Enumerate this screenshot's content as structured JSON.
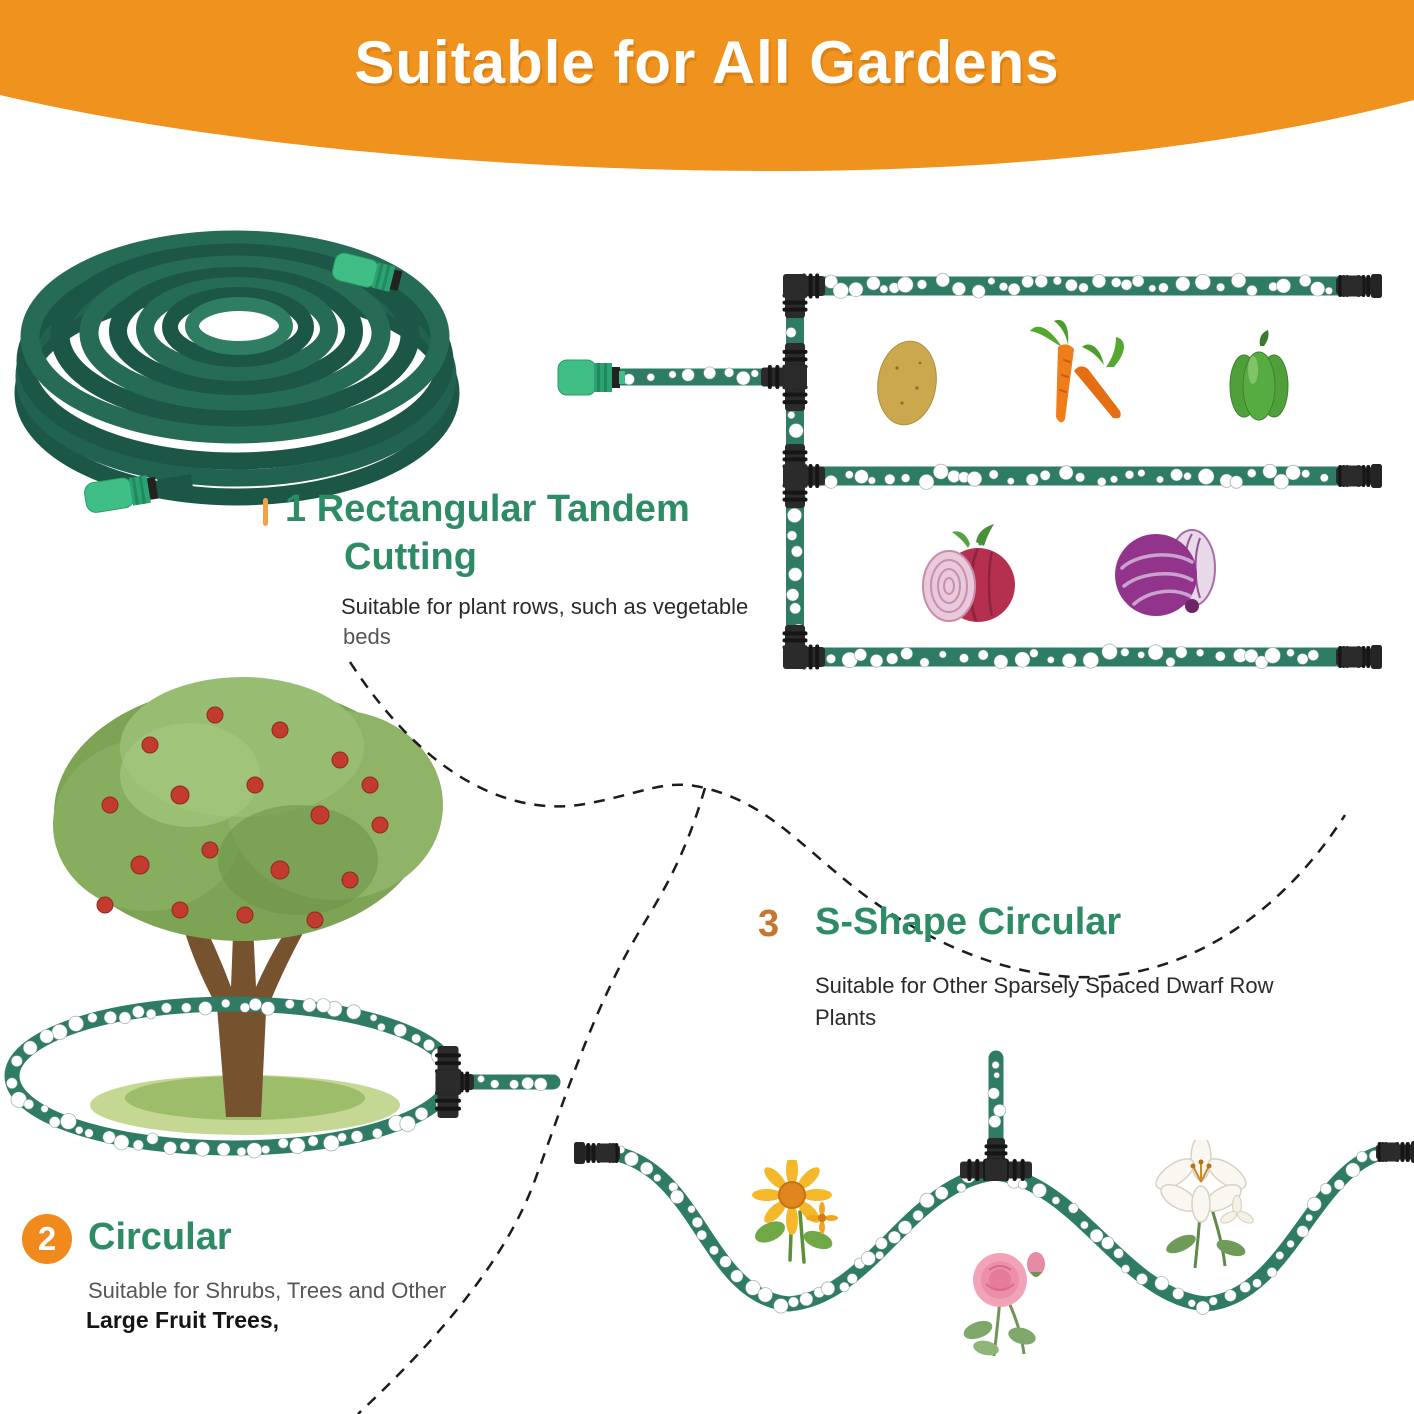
{
  "banner": {
    "title": "Suitable for All Gardens",
    "bg_color": "#F0931E",
    "text_color": "#FFFFFF"
  },
  "sections": [
    {
      "number": "1",
      "heading": "1 Rectangular Tandem",
      "heading_line2": "Cutting",
      "desc_line1": "Suitable for plant rows, such as vegetable",
      "desc_line2": "beds"
    },
    {
      "number": "2",
      "heading": "Circular",
      "desc_line1": "Suitable for Shrubs, Trees and Other",
      "desc_line2": "Large Fruit Trees,"
    },
    {
      "number": "3",
      "heading": "S-Shape Circular",
      "desc_line1": "Suitable for Other Sparsely Spaced Dwarf Row",
      "desc_line2": "Plants"
    }
  ],
  "illustrations": {
    "product": "soaker-hose-coil",
    "tree": "apple-tree",
    "vegetables": [
      "potato",
      "carrots",
      "green-bell-pepper",
      "red-onion",
      "purple-cabbage"
    ],
    "flowers": [
      "sunflower",
      "pink-rose",
      "white-lily"
    ]
  },
  "colors": {
    "banner_orange": "#F0931E",
    "heading_green": "#2E8C65",
    "hose_green": "#2E7C66",
    "coil_dark_green": "#1C5646",
    "fitting_black": "#2B2B2B",
    "connector_green": "#3FBF85",
    "badge_orange": "#F08A1D",
    "number_orange": "#C3772F"
  }
}
